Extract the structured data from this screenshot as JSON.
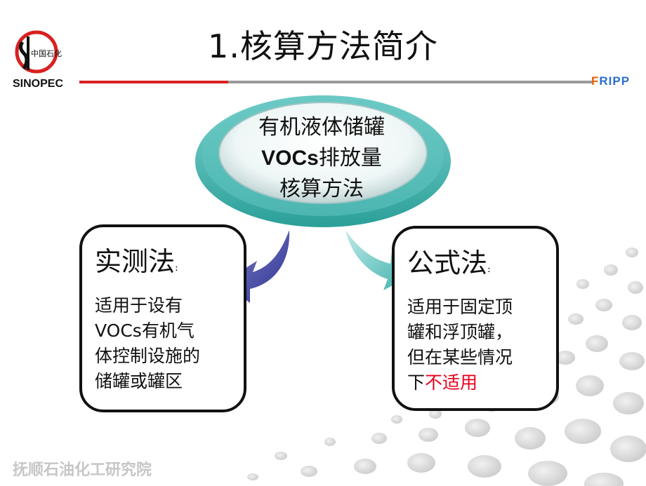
{
  "header": {
    "title": "1.核算方法简介",
    "logo_text": "中国石化",
    "logo_wordmark": "SINOPEC",
    "brand_first": "F",
    "brand_rest": "RIPP"
  },
  "diagram": {
    "center": {
      "line1": "有机液体储罐",
      "line2_bold": "VOCs",
      "line2_rest": "排放量",
      "line3": "核算方法"
    },
    "left_box": {
      "title": "实测法",
      "colon": ":",
      "lines": [
        "适用于设有",
        "VOCs有机气",
        "体控制设施的",
        "储罐或罐区"
      ]
    },
    "right_box": {
      "title": "公式法",
      "colon": ":",
      "lines": [
        "适用于固定顶",
        "罐和浮顶罐，",
        "但在某些情况"
      ],
      "last_prefix": "下",
      "last_highlight": "不适用"
    }
  },
  "footer": {
    "institute": "抚顺石油化工研究院"
  },
  "colors": {
    "accent_red": "#d92020",
    "highlight_red": "#e8001c",
    "brand_blue": "#2a6ed0",
    "brand_orange": "#e85c00",
    "oval_teal": "#48b5b0",
    "arrow_left": "#2e3192",
    "arrow_right": "#48b8b4"
  }
}
